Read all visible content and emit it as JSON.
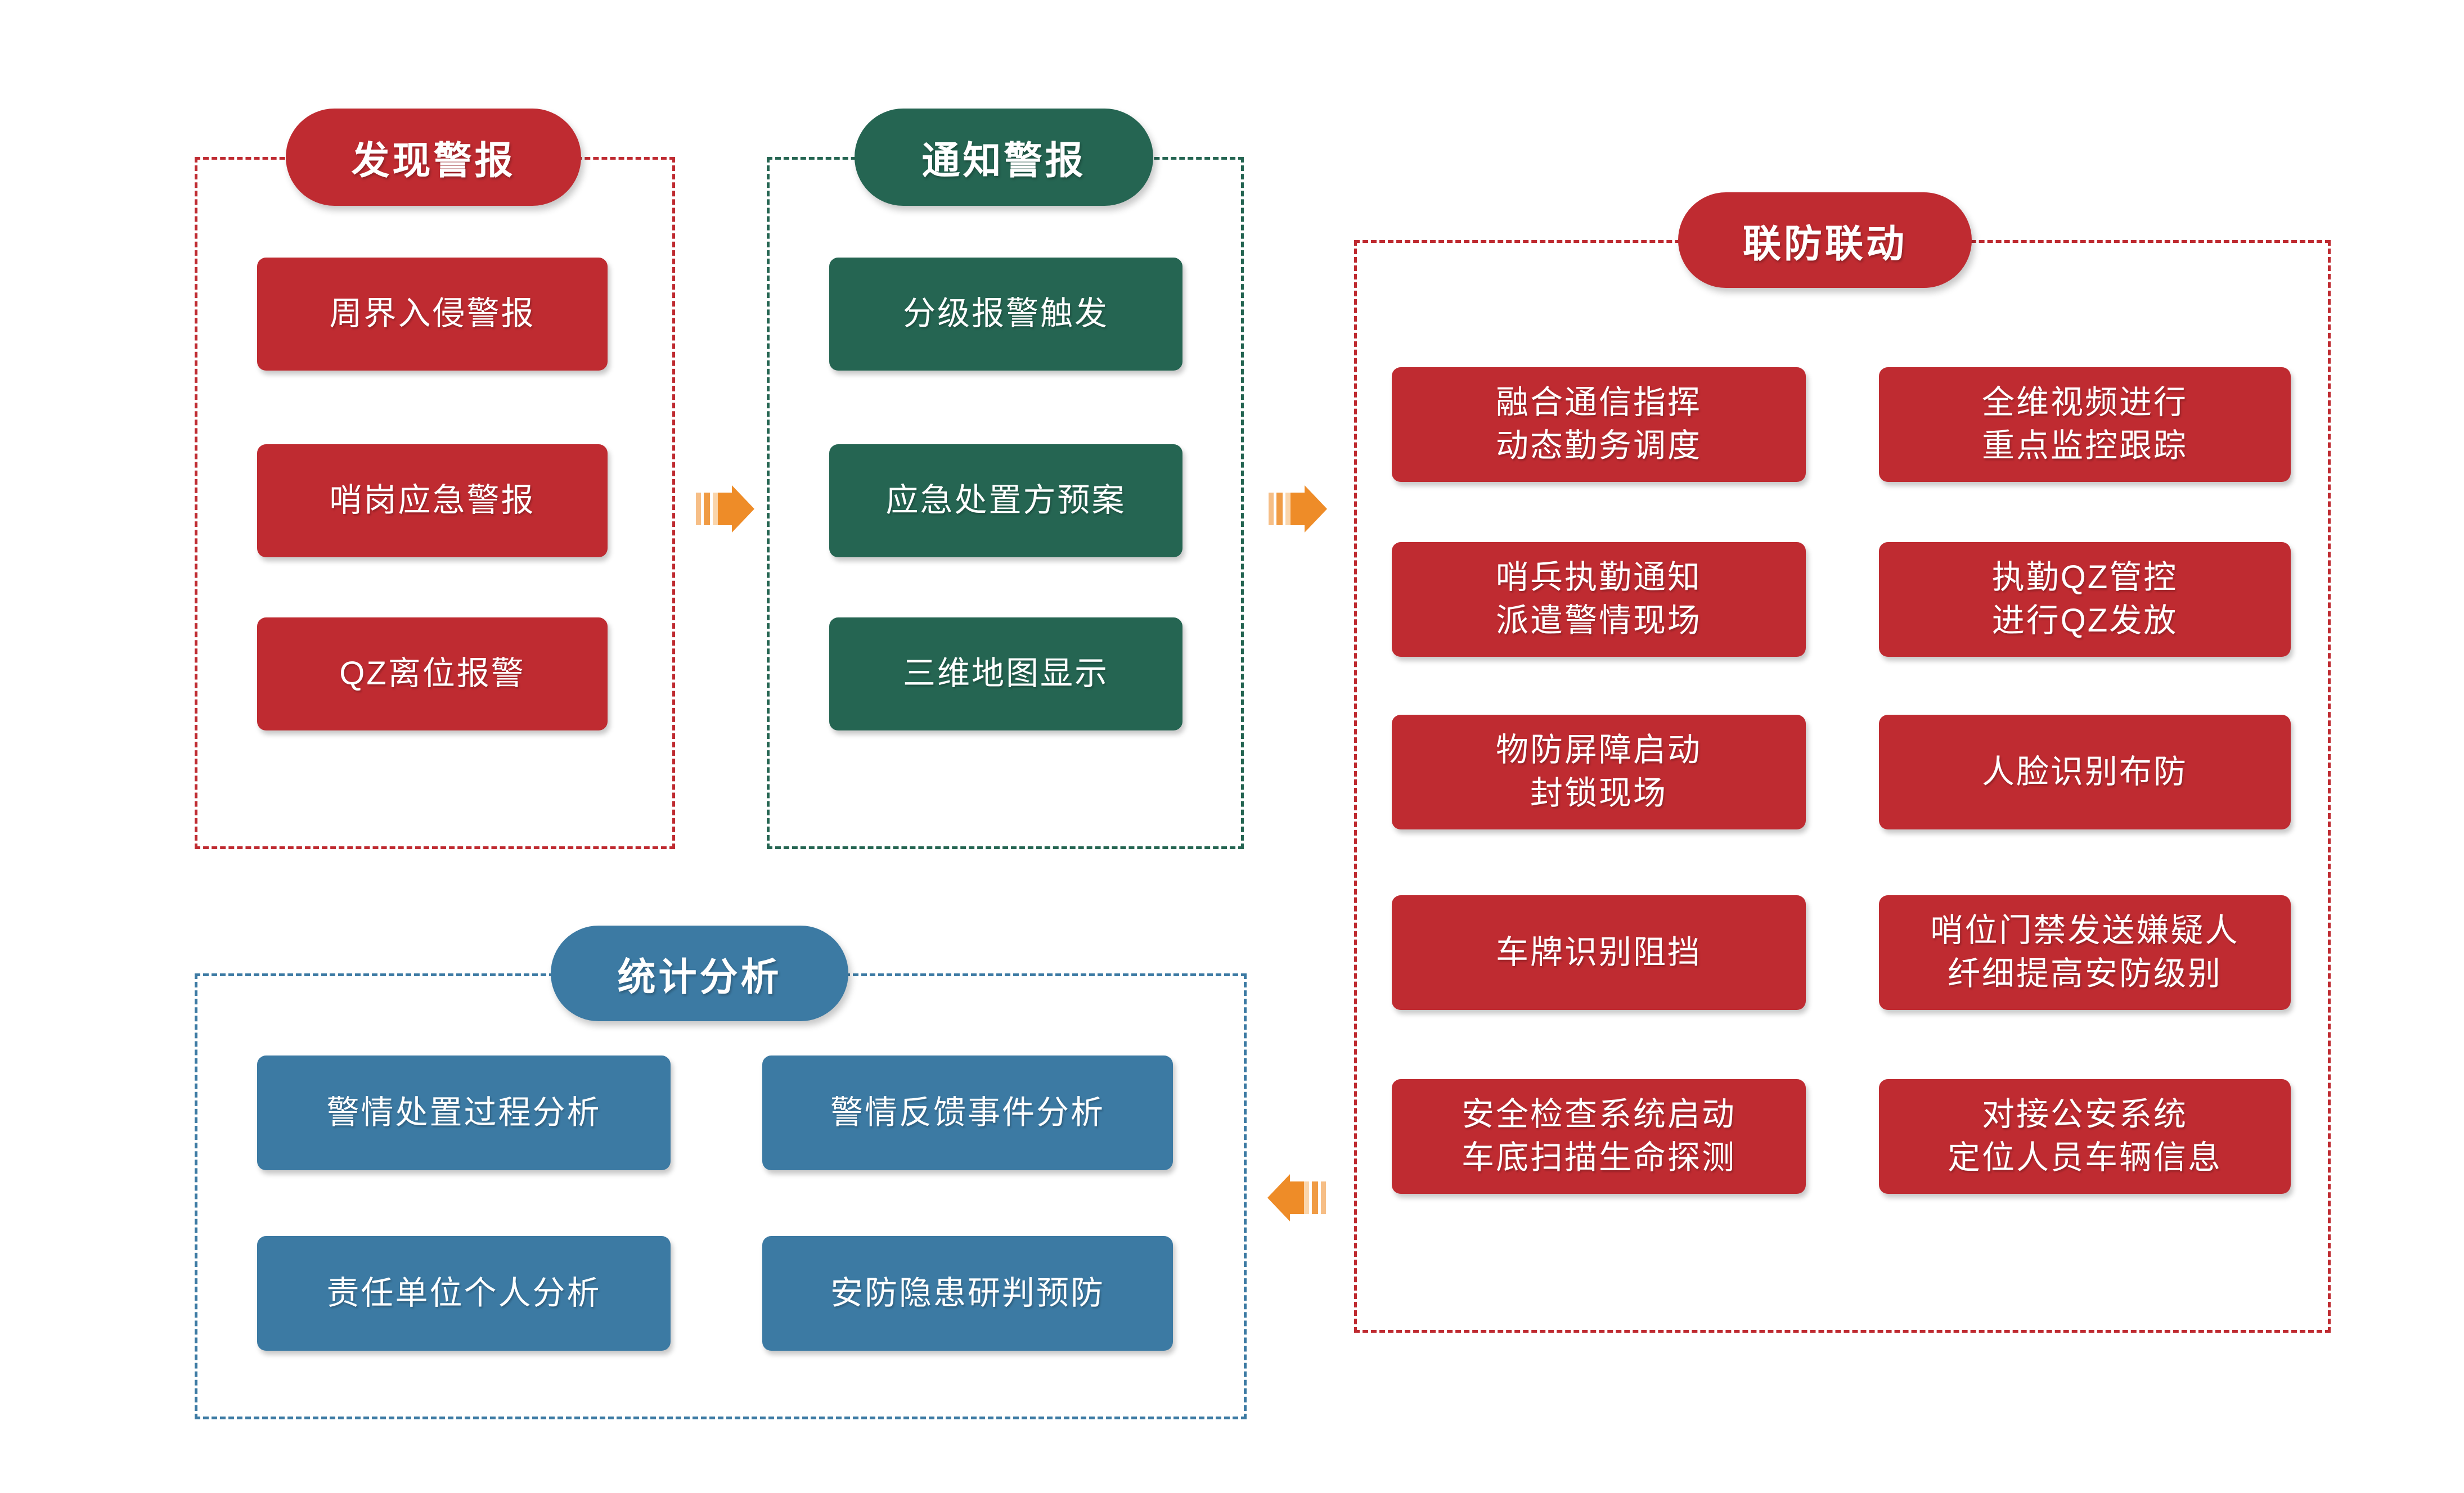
{
  "colors": {
    "red": "#BF2B31",
    "green": "#256552",
    "blue": "#3C7AA3",
    "arrow_orange": "#EE8C28",
    "arrow_stripe_light": "#F6BE86",
    "arrow_stripe_mid": "#F09B44",
    "arrow_stripe_pale": "#FAD5AB",
    "text": "#FFFFFF",
    "background": "#FFFFFF"
  },
  "icons": {
    "forward_arrow": "block-arrow-right",
    "backward_arrow": "block-arrow-left"
  },
  "panels": {
    "discover": {
      "title": "发现警报",
      "items": [
        "周界入侵警报",
        "哨岗应急警报",
        "QZ离位报警"
      ]
    },
    "notify": {
      "title": "通知警报",
      "items": [
        "分级报警触发",
        "应急处置方预案",
        "三维地图显示"
      ]
    },
    "joint": {
      "title": "联防联动",
      "left_items": [
        "融合通信指挥\n动态勤务调度",
        "哨兵执勤通知\n派遣警情现场",
        "物防屏障启动\n封锁现场",
        "车牌识别阻挡",
        "安全检查系统启动\n车底扫描生命探测"
      ],
      "right_items": [
        "全维视频进行\n重点监控跟踪",
        "执勤QZ管控\n进行QZ发放",
        "人脸识别布防",
        "哨位门禁发送嫌疑人\n纤细提高安防级别",
        "对接公安系统\n定位人员车辆信息"
      ]
    },
    "stats": {
      "title": "统计分析",
      "items": [
        "警情处置过程分析",
        "警情反馈事件分析",
        "责任单位个人分析",
        "安防隐患研判预防"
      ]
    }
  }
}
